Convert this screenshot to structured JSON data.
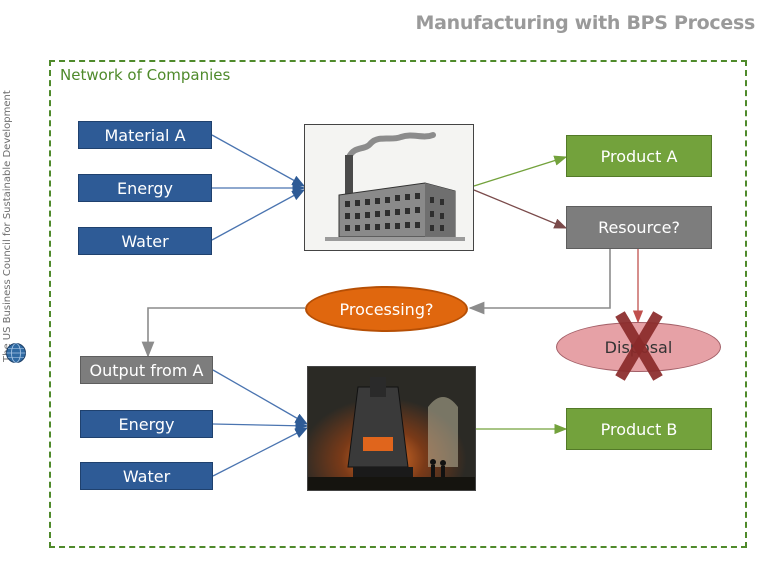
{
  "title": "Manufacturing with BPS Process",
  "side_credit": "The US Business Council for Sustainable Development",
  "network_label": "Network of Companies",
  "inputs_top": [
    "Material A",
    "Energy",
    "Water"
  ],
  "inputs_bottom": [
    "Output from A",
    "Energy",
    "Water"
  ],
  "product_a": "Product A",
  "resource": "Resource?",
  "processing": "Processing?",
  "disposal": "Disposal",
  "product_b": "Product B",
  "colors": {
    "blue_box": "#2e5b96",
    "green_box": "#73a23c",
    "gray_box": "#7d7d7d",
    "orange": "#e0670e",
    "pink": "#e6a1a6",
    "red_x": "#8a2a2a",
    "network_border": "#4f8a2b",
    "title": "#9a9a9a"
  }
}
